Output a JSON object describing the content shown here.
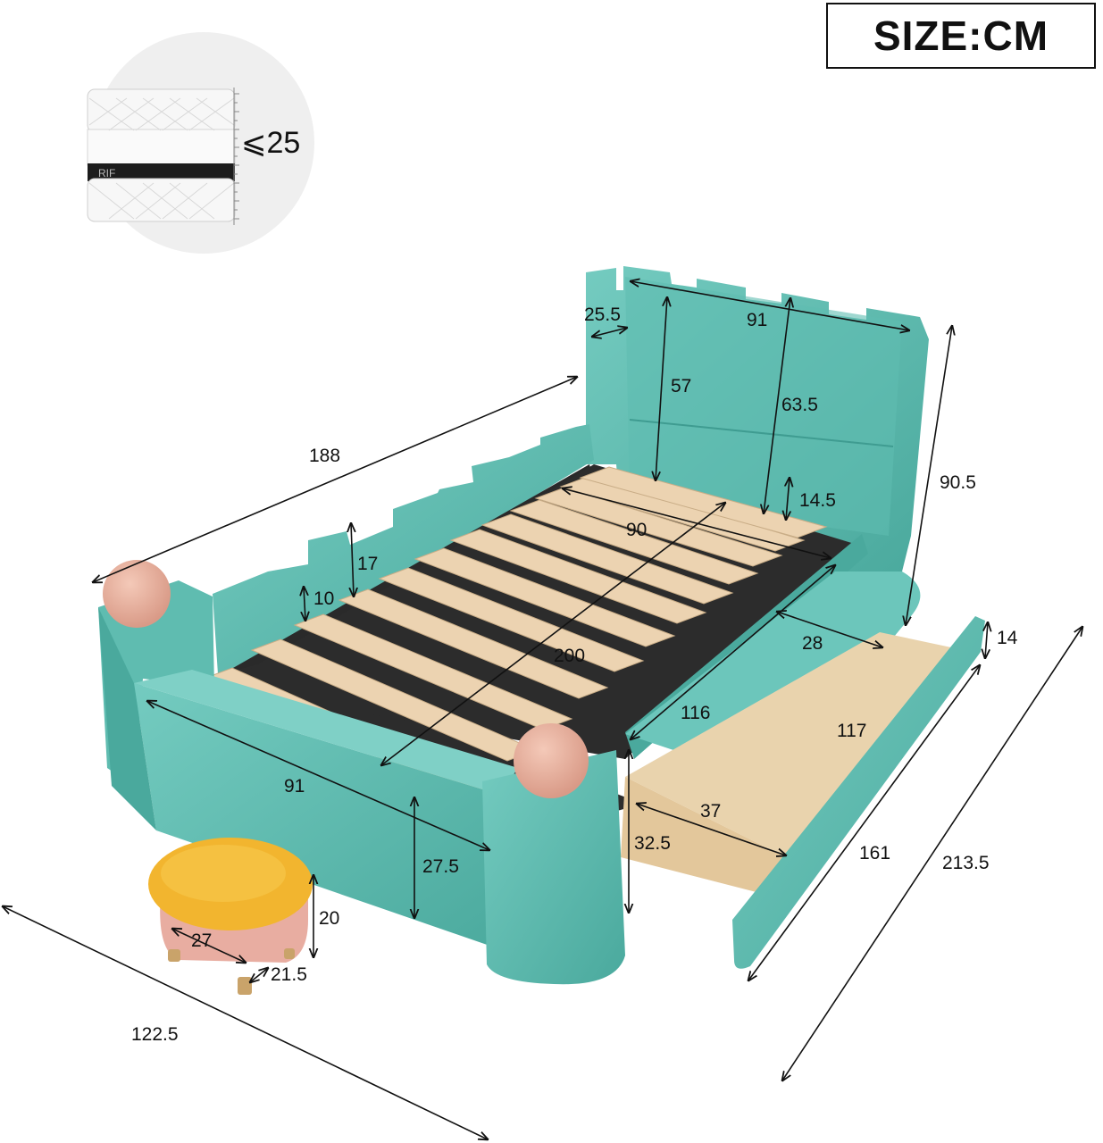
{
  "size_label": "SIZE:CM",
  "mattress_max": "⩽25",
  "mattress_brand_text": "RIF",
  "dimensions": {
    "headboard_side_depth": "25.5",
    "headboard_width": "91",
    "headboard_inner_height": "57",
    "headboard_height": "63.5",
    "overall_height": "90.5",
    "headboard_gap": "14.5",
    "overall_length": "188",
    "slat_width": "90",
    "side_crenel_height": "17",
    "side_rail_height": "10",
    "inner_length": "200",
    "shelf_depth": "28",
    "drawer_front_height": "14",
    "shelf_length": "116",
    "drawer_length": "117",
    "footboard_width": "91",
    "drawer_width": "37",
    "drawer_height": "32.5",
    "drawer_front_length": "161",
    "total_length": "213.5",
    "footboard_height": "27.5",
    "stool_height": "20",
    "stool_width": "27",
    "stool_depth": "21.5",
    "total_width": "122.5"
  },
  "colors": {
    "teal": "#63c1b6",
    "teal_dark": "#3f9c91",
    "slat": "#ecd3b1",
    "pink": "#e8b4a2",
    "stool_yellow": "#f2b52f",
    "stool_pink": "#e8ada1"
  }
}
